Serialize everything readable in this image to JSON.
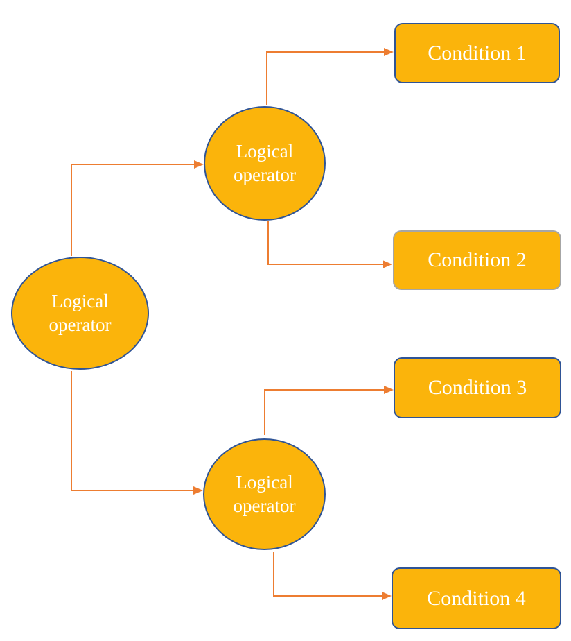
{
  "diagram": {
    "nodes": {
      "root": {
        "label": "Logical operator"
      },
      "operator_top": {
        "label": "Logical operator"
      },
      "operator_bottom": {
        "label": "Logical operator"
      },
      "conditions": [
        {
          "label": "Condition 1"
        },
        {
          "label": "Condition 2"
        },
        {
          "label": "Condition 3"
        },
        {
          "label": "Condition 4"
        }
      ]
    },
    "colors": {
      "node_fill": "#FBB40B",
      "node_border": "#2F5496",
      "condition2_border": "#A6A6A6",
      "connector": "#ED7D31",
      "label_text": "#FFFFFF",
      "background": "#FFFFFF"
    }
  }
}
